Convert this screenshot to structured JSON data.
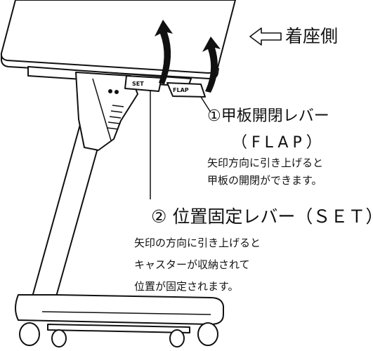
{
  "seat_side": {
    "label": "着座側"
  },
  "levers": {
    "flap": {
      "title": "①甲板開閉レバー",
      "sub": "（FLAP）",
      "desc_line1": "矢印方向に引き上げると",
      "desc_line2": "甲板の開閉ができます。",
      "tag": "FLAP"
    },
    "set": {
      "title": "② 位置固定レバー（ＳＥＴ）",
      "desc_line1": "矢印の方向に引き上げると",
      "desc_line2": "キャスターが収納されて",
      "desc_line3": "位置が固定されます。",
      "tag": "SET"
    }
  },
  "icons": {
    "seat_arrow": "left-hollow-arrow-icon",
    "lift": "curved-up-arrow-icon"
  },
  "colors": {
    "ink": "#111111",
    "fill": "#ffffff",
    "shade": "#333333"
  }
}
